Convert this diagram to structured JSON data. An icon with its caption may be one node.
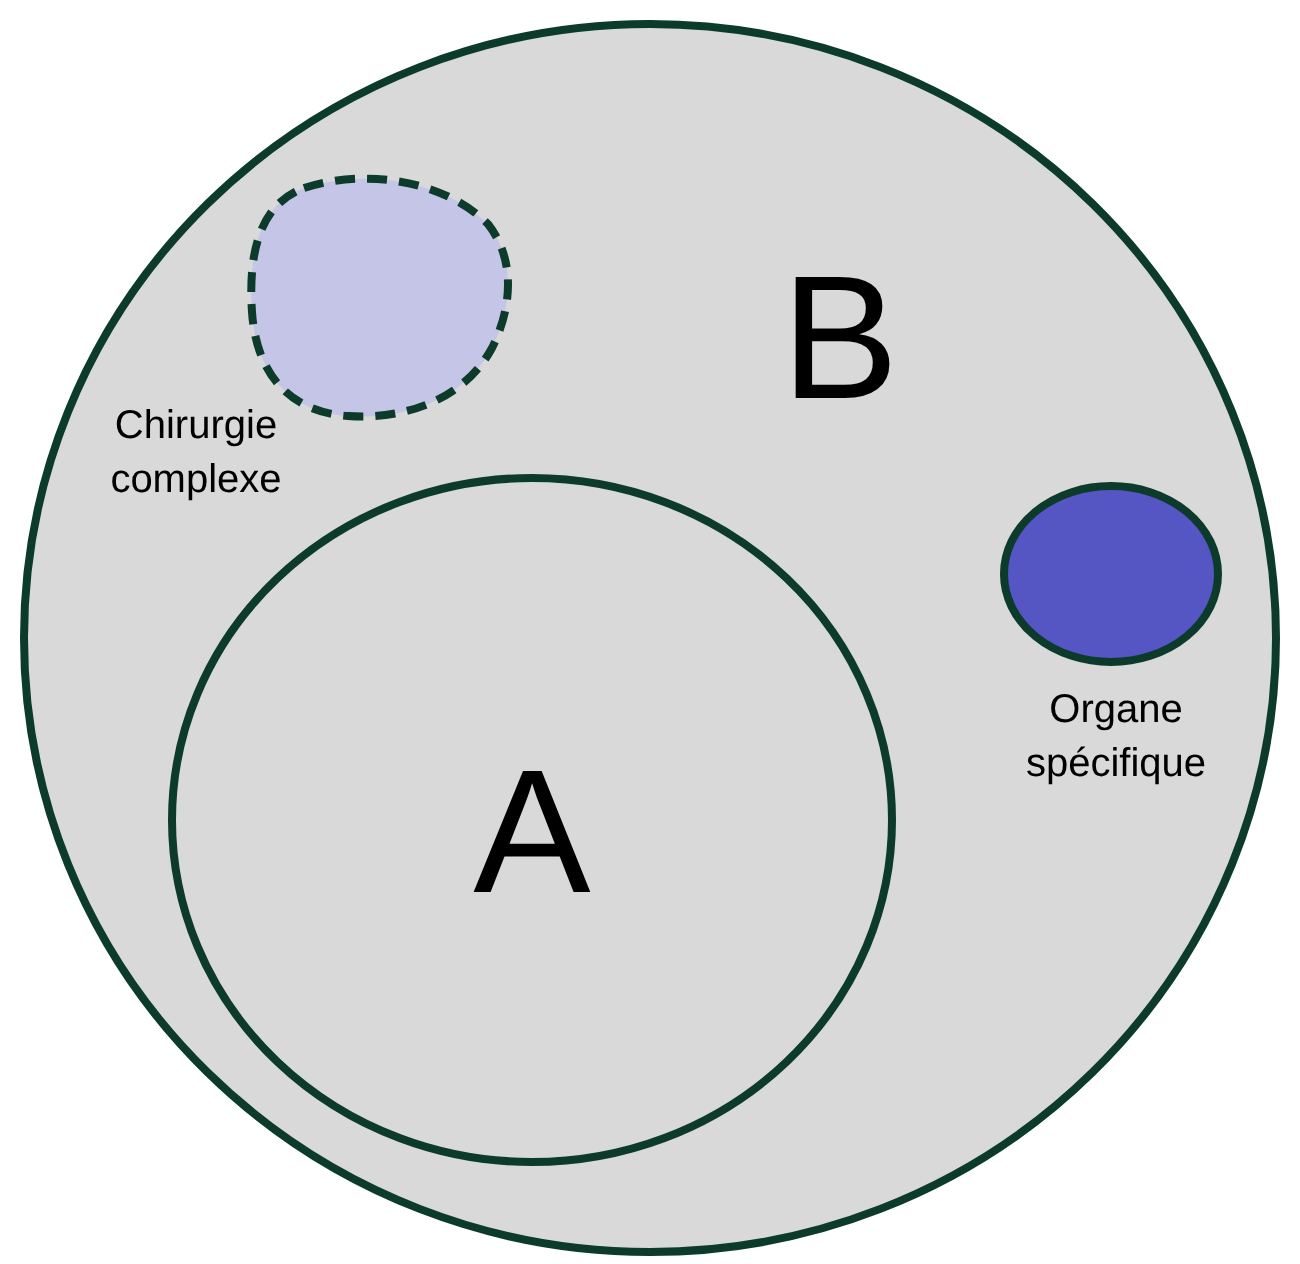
{
  "diagram": {
    "nodes": [
      {
        "text": [
          "B"
        ]
      },
      {
        "text": [
          "Chirurgie complexe"
        ],
        "in": 0
      },
      {
        "text": [
          "A"
        ],
        "in": 0
      },
      {
        "text": [
          "Organe spécifique"
        ],
        "in": 0
      }
    ],
    "edges": []
  }
}
